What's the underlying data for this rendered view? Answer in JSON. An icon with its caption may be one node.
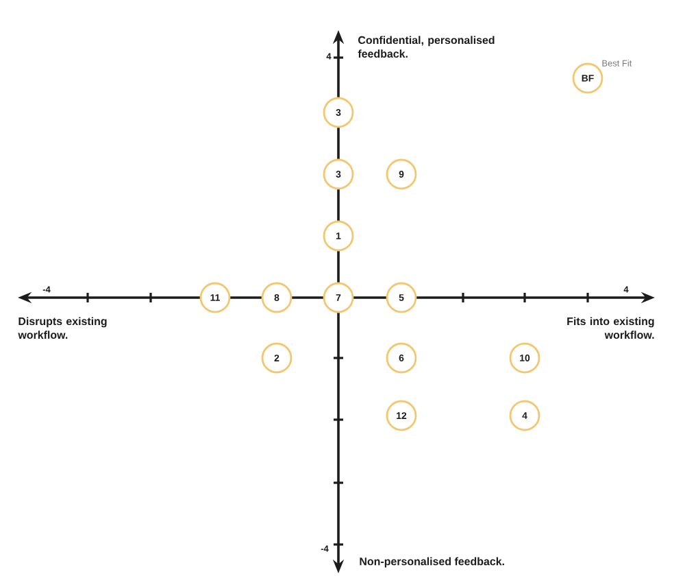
{
  "diagram": {
    "nodes": [
      {
        "text": [
          "BF"
        ],
        "beside": [
          "Best Fit"
        ]
      },
      {
        "text": [
          "3"
        ]
      },
      {
        "text": [
          "3"
        ]
      },
      {
        "text": [
          "9"
        ]
      },
      {
        "text": [
          "1"
        ]
      },
      {
        "text": [
          "11"
        ]
      },
      {
        "text": [
          "8"
        ]
      },
      {
        "text": [
          "7"
        ]
      },
      {
        "text": [
          "5"
        ]
      },
      {
        "text": [
          "2"
        ]
      },
      {
        "text": [
          "6"
        ]
      },
      {
        "text": [
          "10"
        ]
      },
      {
        "text": [
          "12"
        ]
      },
      {
        "text": [
          "4"
        ]
      }
    ],
    "labels": [
      "Confidential, personalised feedback.",
      "4",
      "-4",
      "4",
      "Disrupts existing workflow.",
      "Fits into existing workflow.",
      "-4",
      "Non-personalised feedback."
    ]
  }
}
